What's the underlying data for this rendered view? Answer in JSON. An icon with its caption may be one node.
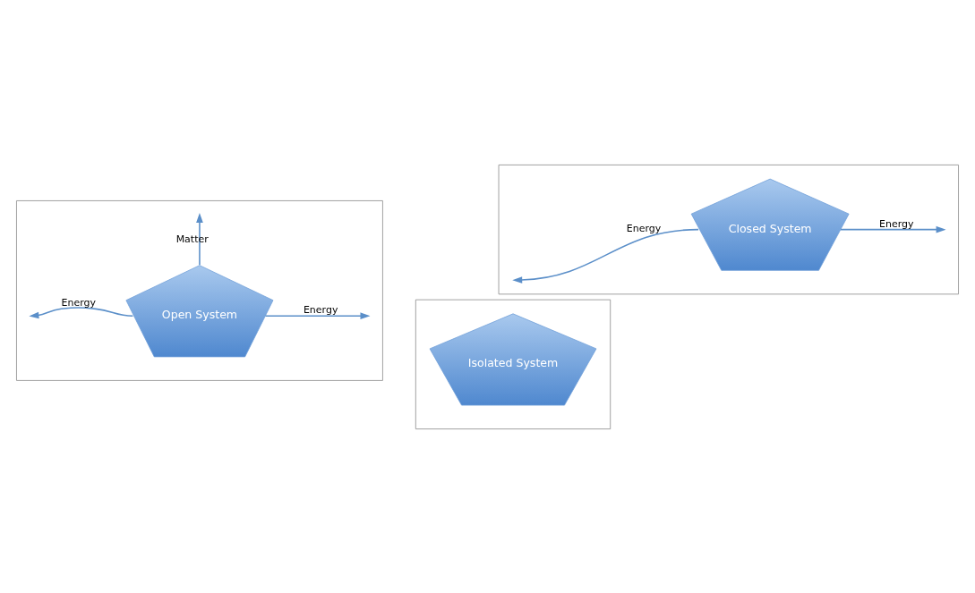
{
  "diagram": {
    "nodes": [
      {
        "text": [],
        "shape": "box"
      },
      {
        "text": [
          "Open System"
        ],
        "in": 0
      },
      {
        "text": [],
        "shape": "box"
      },
      {
        "text": [
          "Closed System"
        ],
        "in": 2
      },
      {
        "text": [],
        "shape": "box"
      },
      {
        "text": [
          "Isolated System"
        ],
        "in": 4
      }
    ],
    "edges": [
      {
        "from": 1,
        "to": null,
        "arrow": "to",
        "label": "Energy"
      },
      {
        "from": 1,
        "to": null,
        "arrow": "to",
        "label": "Energy"
      },
      {
        "from": 1,
        "to": null,
        "arrow": "to",
        "label": "Matter"
      },
      {
        "from": 3,
        "to": null,
        "arrow": "to",
        "label": "Energy"
      },
      {
        "from": 3,
        "to": null,
        "arrow": "to",
        "label": "Energy"
      }
    ]
  }
}
